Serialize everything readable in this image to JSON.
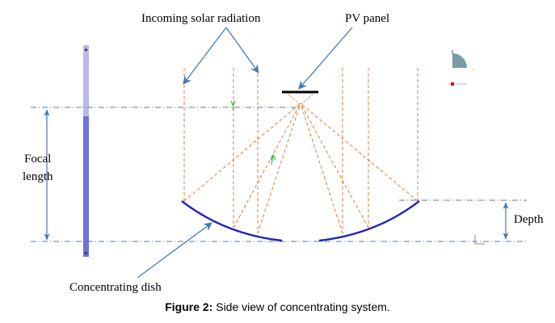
{
  "labels": {
    "incoming": "Incoming solar radiation",
    "pv_panel": "PV panel",
    "focal_line1": "Focal",
    "focal_line2": "length",
    "depth": "Depth",
    "dish": "Concentrating dish"
  },
  "caption": {
    "prefix": "Figure 2:",
    "text": " Side view of concentrating system."
  },
  "colors": {
    "dish": "#1f23b8",
    "rays": "#e07a30",
    "arrows": "#4a78b5",
    "dim_lines": "#5a78a8",
    "scrollbar_light": "#b7b9ea",
    "scrollbar_dark": "#6f71dc",
    "ray_arrow": "#2fc42f"
  },
  "icons": {
    "scroll_up": "scroll-up-arrow-icon",
    "scroll_down": "scroll-down-arrow-icon",
    "view_widget": "quarter-circle-view-icon",
    "axis_marker": "axis-marker-icon"
  }
}
